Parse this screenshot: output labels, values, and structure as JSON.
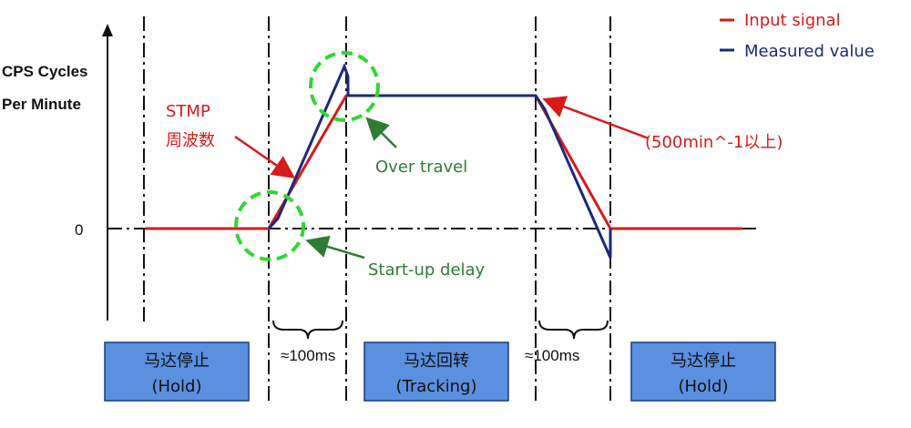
{
  "y_axis": {
    "title_line1": "CPS Cycles",
    "title_line2": "Per Minute",
    "zero_label": "0"
  },
  "legend": {
    "input_label": "Input signal",
    "measured_label": "Measured value"
  },
  "annotations": {
    "stmp_line1": "STMP",
    "stmp_line2": "周波数",
    "over_travel": "Over travel",
    "startup_delay": "Start-up delay",
    "decel_note": "(500min^-1以上)"
  },
  "durations": {
    "first": "≈100ms",
    "second": "≈100ms"
  },
  "phases": [
    {
      "line1": "马达停止",
      "line2": "(Hold)"
    },
    {
      "line1": "马达回转",
      "line2": "(Tracking)"
    },
    {
      "line1": "马达停止",
      "line2": "(Hold)"
    }
  ],
  "colors": {
    "input": "#d81a1a",
    "measured": "#1a2a7a",
    "highlight": "#33d633",
    "box_fill": "#5b8fe0",
    "annotation_green": "#2e7d32"
  }
}
